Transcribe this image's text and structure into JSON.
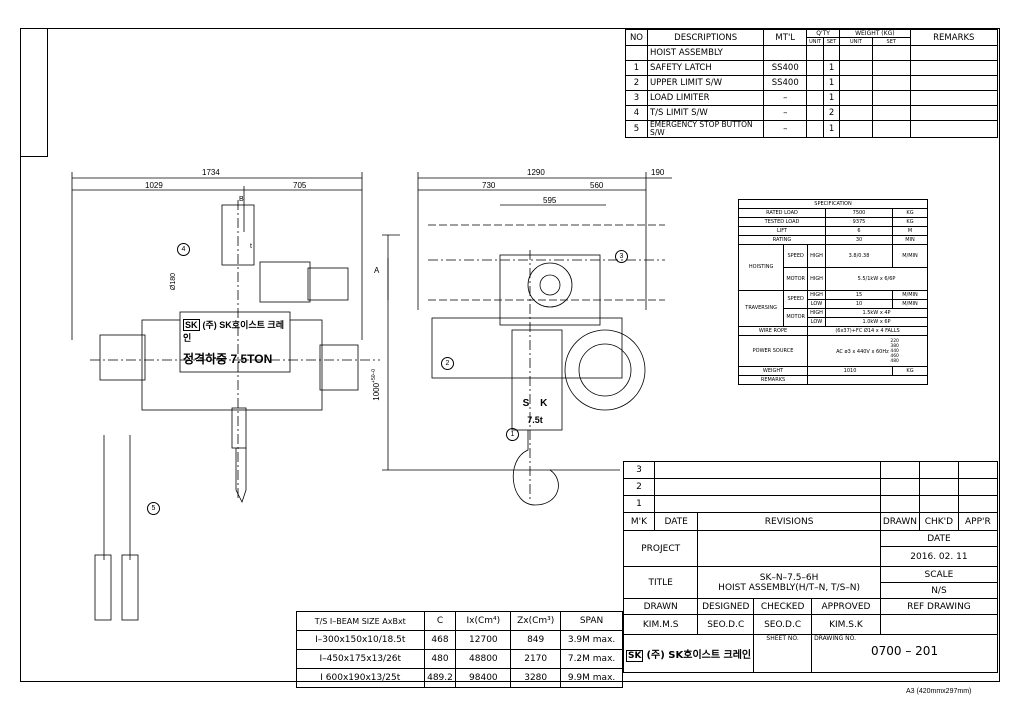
{
  "parts_list": {
    "headers": {
      "no": "NO",
      "desc": "DESCRIPTIONS",
      "mtl": "MT'L",
      "qty": "Q'TY",
      "unit": "UNIT",
      "set": "SET",
      "weight": "WEIGHT (KG)",
      "w_unit": "UNIT",
      "w_set": "SET",
      "remarks": "REMARKS"
    },
    "rows": [
      {
        "no": "",
        "desc": "HOIST ASSEMBLY",
        "mtl": "",
        "qty": ""
      },
      {
        "no": "1",
        "desc": "SAFETY LATCH",
        "mtl": "SS400",
        "qty": "1"
      },
      {
        "no": "2",
        "desc": "UPPER LIMIT S/W",
        "mtl": "SS400",
        "qty": "1"
      },
      {
        "no": "3",
        "desc": "LOAD LIMITER",
        "mtl": "–",
        "qty": "1"
      },
      {
        "no": "4",
        "desc": "T/S LIMIT S/W",
        "mtl": "–",
        "qty": "2"
      },
      {
        "no": "5",
        "desc": "EMERGENCY STOP BUTTON S/W",
        "mtl": "–",
        "qty": "1"
      }
    ]
  },
  "specification": {
    "title": "SPECIFICATION",
    "rated_load": [
      "RATED LOAD",
      "7500",
      "KG"
    ],
    "tested_load": [
      "TESTED LOAD",
      "9375",
      "KG"
    ],
    "lift": [
      "LIFT",
      "6",
      "M"
    ],
    "rating": [
      "RATING",
      "30",
      "MIN"
    ],
    "hoisting": "HOISTING",
    "speed": "SPEED",
    "motor": "MOTOR",
    "high": "HIGH",
    "low": "LOW",
    "hoist_speed": "3.8/0.38",
    "hoist_speed_unit": "M/MIN",
    "hoist_motor": "5.5/1kW x 6/6P",
    "traversing": "TRAVERSING",
    "trav_speed_high": "15",
    "trav_speed_low": "10",
    "mmin": "M/MIN",
    "trav_motor_high": "1.5kW x 4P",
    "trav_motor_low": "1.0kW x 6P",
    "wire_rope": "WIRE ROPE",
    "wire_rope_val": "(6x37)+FC Ø14 x 4 FALLS",
    "power_source": "POWER SOURCE",
    "power_val": "AC ø3 x 440V x 60Hz",
    "voltages": [
      "220",
      "380",
      "440",
      "460",
      "480"
    ],
    "weight": "WEIGHT",
    "weight_val": "1010",
    "weight_unit": "KG",
    "remarks": "REMARKS"
  },
  "dimensions": {
    "front_total": "1734",
    "front_left": "1029",
    "front_right": "705",
    "side_total": "1290",
    "side_left": "730",
    "side_right": "560",
    "side_inner": "595",
    "side_extra": "190",
    "height": "1000",
    "height_tol": "+50–0",
    "dia": "Ø180",
    "dim_a": "A",
    "dim_b": "B",
    "dim_t": "t"
  },
  "balloons": [
    "1",
    "2",
    "3",
    "4",
    "5"
  ],
  "nameplate": {
    "company": "(주) SK호이스트 크레인",
    "capacity": "정격하중 7.5TON",
    "logo": "SK",
    "hook_label": "7.5t",
    "sk_letters": [
      "S",
      "K"
    ]
  },
  "beam_table": {
    "headers": [
      "T/S I–BEAM SIZE AxBxt",
      "C",
      "Ix(Cm⁴)",
      "Zx(Cm³)",
      "SPAN"
    ],
    "rows": [
      [
        "I–300x150x10/18.5t",
        "468",
        "12700",
        "849",
        "3.9M max."
      ],
      [
        "I–450x175x13/26t",
        "480",
        "48800",
        "2170",
        "7.2M max."
      ],
      [
        "I 600x190x13/25t",
        "489.2",
        "98400",
        "3280",
        "9.9M max."
      ]
    ]
  },
  "title_block": {
    "revision_marks": [
      "3",
      "2",
      "1"
    ],
    "mk": "M'K",
    "date": "DATE",
    "revisions": "REVISIONS",
    "drawn": "DRAWN",
    "chkd": "CHK'D",
    "appr": "APP'R",
    "project": "PROJECT",
    "date_label": "DATE",
    "date_value": "2016. 02. 11",
    "title": "TITLE",
    "title_line1": "SK–N–7.5–6H",
    "title_line2": "HOIST ASSEMBLY(H/T–N, T/S–N)",
    "scale": "SCALE",
    "scale_value": "N/S",
    "drawn_l": "DRAWN",
    "designed": "DESIGNED",
    "checked": "CHECKED",
    "approved": "APPROVED",
    "ref_drawing": "REF DRAWING",
    "drawn_v": "KIM.M.S",
    "designed_v": "SEO.D.C",
    "checked_v": "SEO.D.C",
    "approved_v": "KIM.S.K",
    "sheet_no": "SHEET NO.",
    "drawing_no": "DRAWING NO.",
    "drawing_no_v": "0700 – 201",
    "company": "(주) SK호이스트 크레인",
    "logo": "SK"
  },
  "paper_size": "A3 (420mmx297mm)"
}
